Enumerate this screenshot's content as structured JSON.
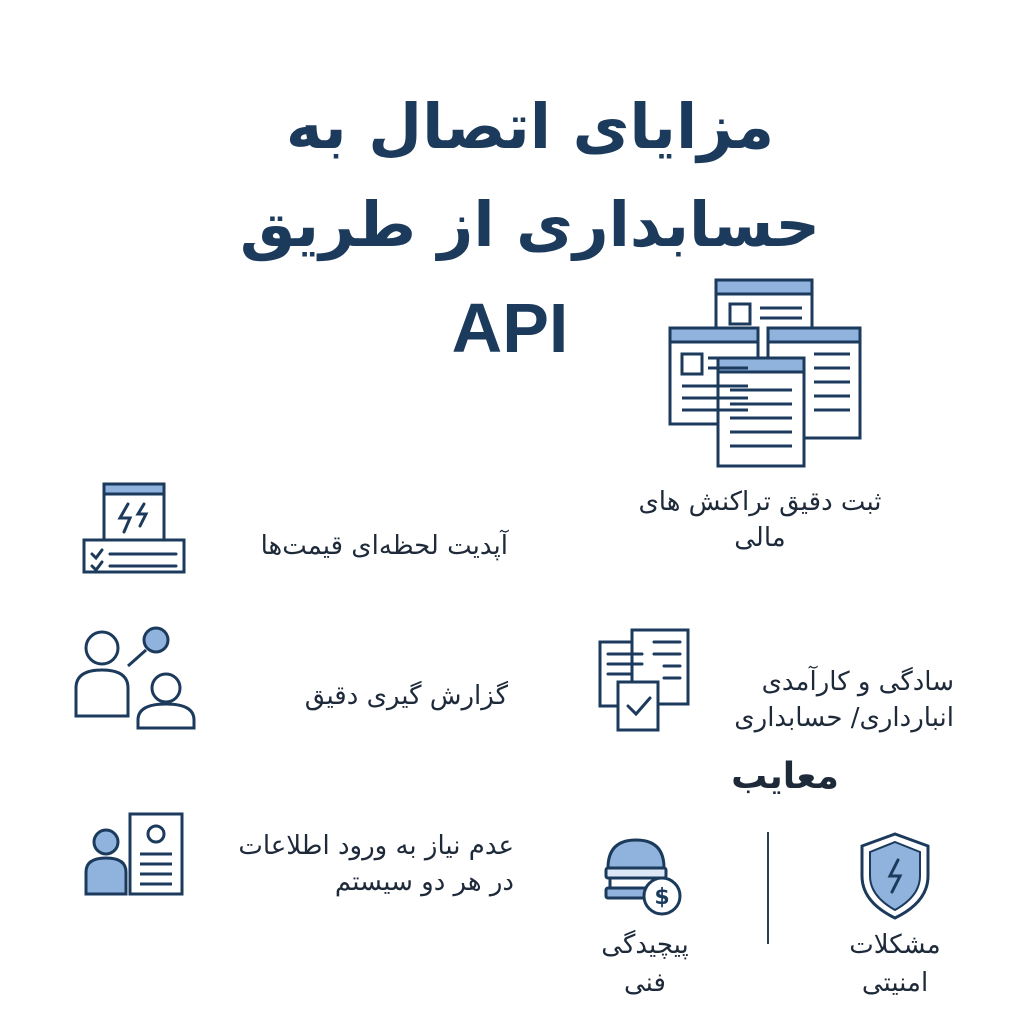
{
  "title": {
    "line1": "مزایای اتصال به",
    "line2": "حسابداری از طریق",
    "line3": "API"
  },
  "benefits": [
    {
      "text": "ثبت دقیق تراکنش های مالی",
      "icon": "stacked-documents-icon"
    },
    {
      "text": "آپدیت لحظه‌ای قیمت‌ها",
      "icon": "price-update-terminal-icon"
    },
    {
      "text": "گزارش گیری دقیق",
      "icon": "people-reporting-icon"
    },
    {
      "line1": "سادگی و کارآمدی",
      "line2": "انبارداری/ حسابداری",
      "icon": "checked-documents-icon"
    },
    {
      "line1": "عدم نیاز به ورود اطلاعات",
      "line2": "در هر دو سیستم",
      "icon": "user-profile-card-icon"
    }
  ],
  "disadvantages": {
    "title": "معایب",
    "items": [
      {
        "line1": "مشکلات",
        "line2": "امنیتی",
        "icon": "security-shield-icon"
      },
      {
        "line1": "پیچیدگی",
        "line2": "فنی",
        "icon": "cost-complexity-icon"
      }
    ]
  },
  "colors": {
    "navy": "#1b3a5c",
    "accent_blue": "#8fb3dc",
    "light_blue": "#dce8f6"
  }
}
